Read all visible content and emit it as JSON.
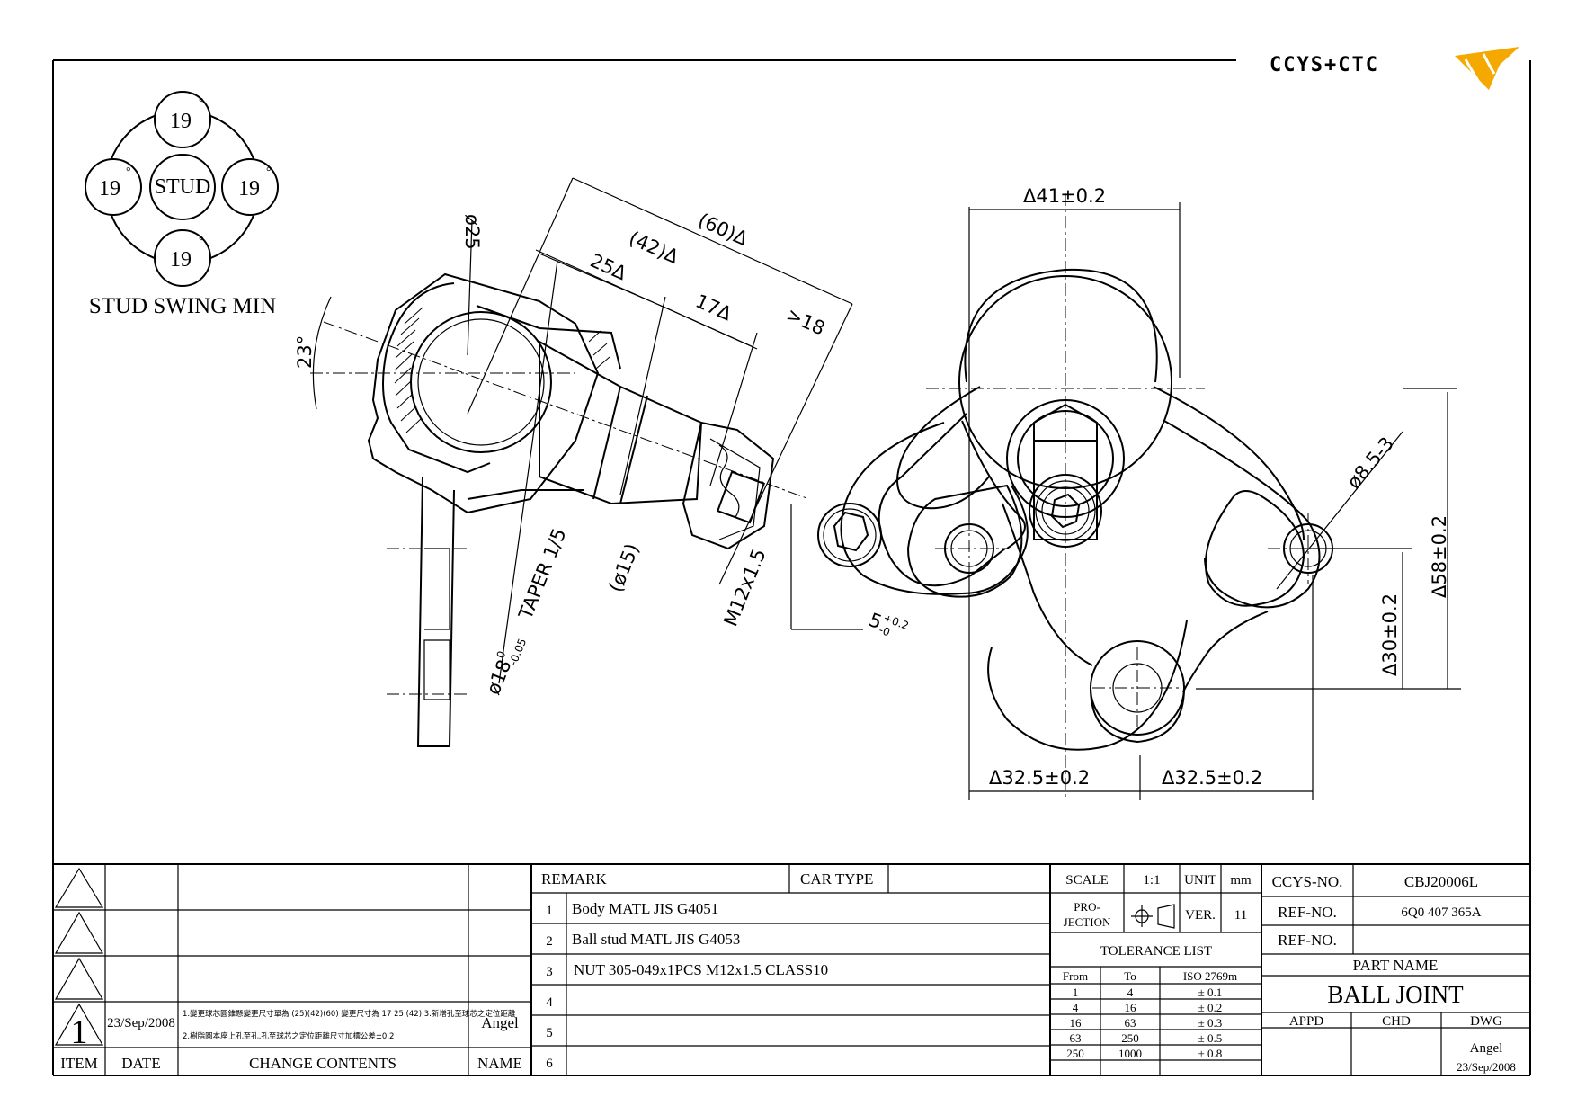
{
  "logo": {
    "text": "CCYS+CTC",
    "mark_color": "#f5a800",
    "text_color": "#777777"
  },
  "stud_swing": {
    "center_label": "STUD",
    "angles": [
      "19",
      "19",
      "19",
      "19"
    ],
    "degree_symbol": "°",
    "caption": "STUD SWING MIN"
  },
  "side_view": {
    "dims": {
      "angle": "23°",
      "dia25": "ø25",
      "len60": "(60)Δ",
      "len42": "(42)Δ",
      "len25": "25Δ",
      "len17": "17Δ",
      "gt18": ">18",
      "taper": "TAPER 1/5",
      "dia15": "(ø15)",
      "dia18": "ø18",
      "dia18_tol_upper": "0",
      "dia18_tol_lower": "-0.05",
      "thread": "M12x1.5",
      "five": "5",
      "five_tol_upper": "+0.2",
      "five_tol_lower": "-0"
    }
  },
  "top_view": {
    "dims": {
      "w41": "Δ41±0.2",
      "d85": "ø8.5-3",
      "h58": "Δ58±0.2",
      "h30": "Δ30±0.2",
      "l325": "Δ32.5±0.2",
      "r325": "Δ32.5±0.2"
    }
  },
  "change_log": {
    "headers": {
      "item": "ITEM",
      "date": "DATE",
      "contents": "CHANGE CONTENTS",
      "name": "NAME"
    },
    "entry": {
      "item": "1",
      "date": "23/Sep/2008",
      "line1": "1.變更球芯圓錐懸變更尺寸單為 (25)(42)(60) 變更尺寸為 17 25 (42) 3.新增孔至球芯之定位距離",
      "line2": "2.樹脂圓本座上孔至孔,孔至球芯之定位距離尺寸加標公差±0.2",
      "name": "Angel"
    }
  },
  "remarks": {
    "label": "REMARK",
    "car_type_label": "CAR TYPE",
    "rows": [
      {
        "no": "1",
        "text": "Body MATL JIS G4051"
      },
      {
        "no": "2",
        "text": "Ball stud MATL JIS G4053"
      },
      {
        "no": "3",
        "text": "NUT 305-049x1PCS M12x1.5 CLASS10"
      },
      {
        "no": "4",
        "text": ""
      },
      {
        "no": "5",
        "text": ""
      },
      {
        "no": "6",
        "text": ""
      }
    ]
  },
  "title_block": {
    "scale_label": "SCALE",
    "scale": "1:1",
    "unit_label": "UNIT",
    "unit": "mm",
    "projection_label_1": "PRO-",
    "projection_label_2": "JECTION",
    "ver_label": "VER.",
    "ver": "11",
    "tolerance_title": "TOLERANCE LIST",
    "tol_headers": {
      "from": "From",
      "to": "To",
      "iso": "ISO 2769m"
    },
    "tolerances": [
      {
        "from": "1",
        "to": "4",
        "tol": "± 0.1"
      },
      {
        "from": "4",
        "to": "16",
        "tol": "± 0.2"
      },
      {
        "from": "16",
        "to": "63",
        "tol": "± 0.3"
      },
      {
        "from": "63",
        "to": "250",
        "tol": "± 0.5"
      },
      {
        "from": "250",
        "to": "1000",
        "tol": "± 0.8"
      }
    ],
    "ccys_no_label": "CCYS-NO.",
    "ccys_no": "CBJ20006L",
    "ref_no_label": "REF-NO.",
    "ref_no": "6Q0 407 365A",
    "ref_no2_label": "REF-NO.",
    "ref_no2": "",
    "part_name_label": "PART NAME",
    "part_name": "BALL JOINT",
    "appd_label": "APPD",
    "chd_label": "CHD",
    "dwg_label": "DWG",
    "dwg_name": "Angel",
    "dwg_date": "23/Sep/2008"
  }
}
